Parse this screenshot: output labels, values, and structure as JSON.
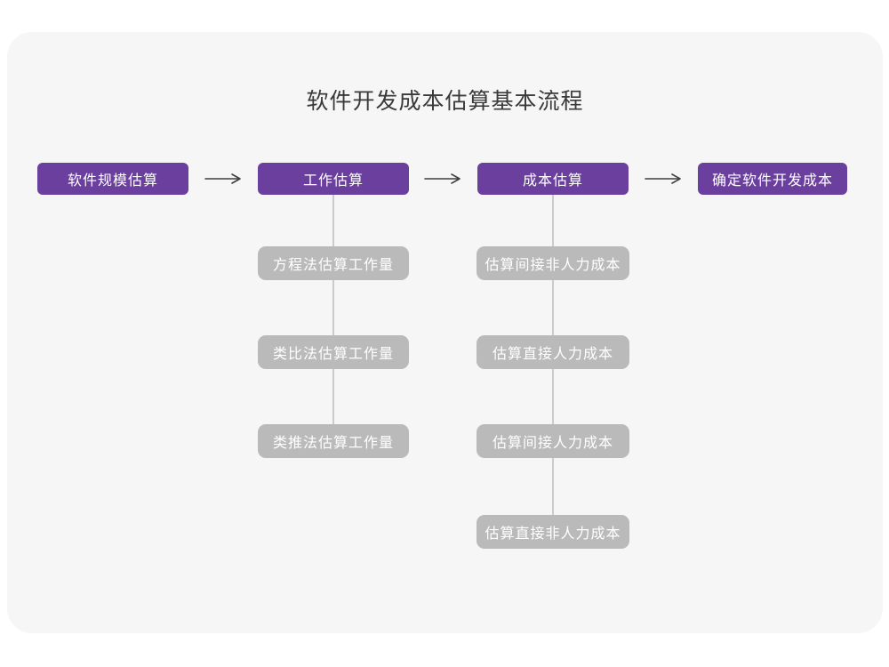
{
  "title": "软件开发成本估算基本流程",
  "colors": {
    "page_bg": "#ffffff",
    "card_bg": "#f6f6f7",
    "stage_purple": "#6b3f9e",
    "sub_gray": "#bababa",
    "box_text": "#ffffff",
    "title_text": "#3a3a3a",
    "arrow_color": "#3f3f3f",
    "connector_gray": "#cbcbcb"
  },
  "flow": {
    "stages": [
      {
        "label": "软件规模估算"
      },
      {
        "label": "工作估算"
      },
      {
        "label": "成本估算"
      },
      {
        "label": "确定软件开发成本"
      }
    ],
    "work_substeps": [
      {
        "label": "方程法估算工作量"
      },
      {
        "label": "类比法估算工作量"
      },
      {
        "label": "类推法估算工作量"
      }
    ],
    "cost_substeps": [
      {
        "label": "估算间接非人力成本"
      },
      {
        "label": "估算直接人力成本"
      },
      {
        "label": "估算间接人力成本"
      },
      {
        "label": "估算直接非人力成本"
      }
    ]
  }
}
